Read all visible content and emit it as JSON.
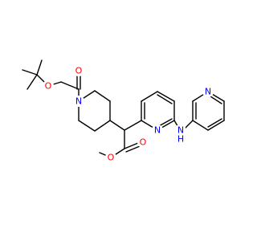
{
  "colors": {
    "bond": "#000000",
    "oxygen": "#ff0000",
    "nitrogen": "#0000ff",
    "background": "#ffffff"
  },
  "atoms": {
    "o_ester_boc": "O",
    "o_carbonyl_boc": "O",
    "n_piperidine": "N",
    "o_carbonyl_ester": "O",
    "o_methoxy": "O",
    "n_pyridine_1": "N",
    "n_amine": "N",
    "n_amine_h": "H",
    "n_pyridine_2": "N"
  }
}
